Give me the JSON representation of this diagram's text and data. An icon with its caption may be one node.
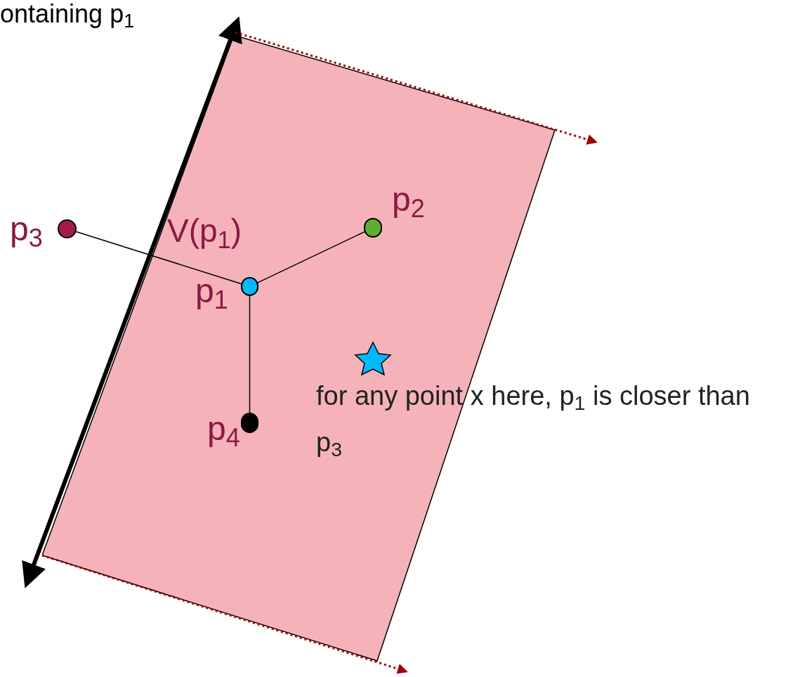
{
  "diagram": {
    "nodes": [
      {
        "text": [
          "V(p$_{1}$)"
        ]
      },
      {
        "text": [],
        "shape": "circle",
        "beside": [
          "p$_{3}$"
        ]
      },
      {
        "text": [],
        "shape": "circle",
        "beside": [
          "p$_{2}$"
        ],
        "in": 0
      },
      {
        "text": [],
        "shape": "circle",
        "beside": [
          "p$_{1}$"
        ],
        "in": 0
      },
      {
        "text": [],
        "shape": "circle",
        "beside": [
          "p$_{4}$"
        ],
        "in": 0
      }
    ],
    "edges": [
      {
        "from": 3,
        "to": 1,
        "arrow": "none"
      },
      {
        "from": 3,
        "to": 2,
        "arrow": "none"
      },
      {
        "from": 3,
        "to": 4,
        "arrow": "none"
      }
    ],
    "labels": [
      "ontaining p$_{1}$",
      "for any point x here, p$_{1}$ is closer than p$_{3}$"
    ]
  }
}
